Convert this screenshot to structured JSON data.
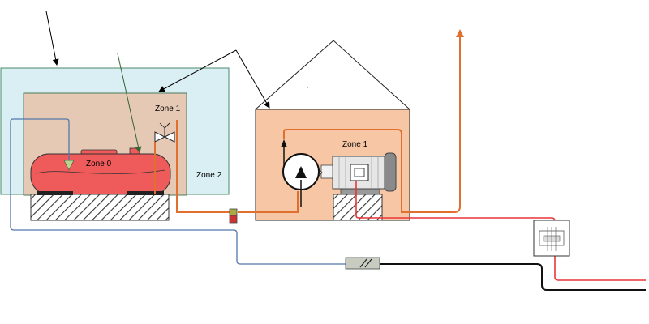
{
  "labels": {
    "zone0": "Zone 0",
    "zone1_left": "Zone 1",
    "zone2": "Zone 2",
    "zone1_right": "Zone 1"
  },
  "colors": {
    "zone2_fill": "#d9eff4",
    "zone1_fill": "#e5c9b5",
    "building_fill": "#f7c6a5",
    "tank_fill": "#ef5a5a",
    "orange_pipe": "#e07030",
    "blue_line": "#5577aa",
    "red_cable": "#e8363a",
    "black_cable": "#111111",
    "green_pointer": "#336633"
  }
}
